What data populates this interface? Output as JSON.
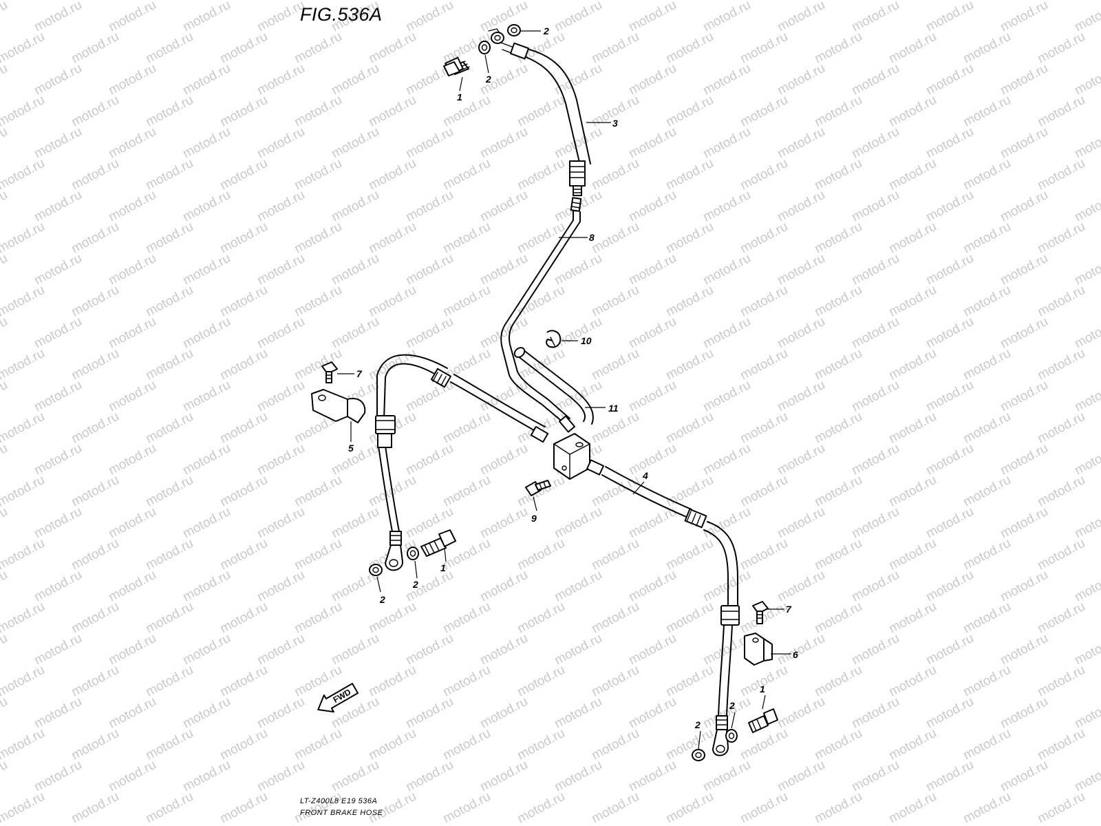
{
  "figure": {
    "title": "FIG.536A",
    "model_code": "LT-Z400L8  E19  536A",
    "caption": "FRONT BRAKE HOSE",
    "direction_label": "FWD"
  },
  "watermark": {
    "text": "motod.ru",
    "color": "#c9c9c9"
  },
  "parts": [
    {
      "ref": "1",
      "type": "union-bolt"
    },
    {
      "ref": "2",
      "type": "gasket"
    },
    {
      "ref": "3",
      "type": "upper-brake-hose"
    },
    {
      "ref": "4",
      "type": "front-brake-hose"
    },
    {
      "ref": "5",
      "type": "hose-clamp-left"
    },
    {
      "ref": "6",
      "type": "hose-clamp-right"
    },
    {
      "ref": "7",
      "type": "bolt"
    },
    {
      "ref": "8",
      "type": "brake-pipe"
    },
    {
      "ref": "9",
      "type": "bolt"
    },
    {
      "ref": "10",
      "type": "clamp"
    },
    {
      "ref": "11",
      "type": "protector"
    }
  ],
  "callouts": [
    {
      "label": "2",
      "part": "gasket"
    },
    {
      "label": "1",
      "part": "union-bolt"
    },
    {
      "label": "2",
      "part": "gasket"
    },
    {
      "label": "3",
      "part": "upper-brake-hose"
    },
    {
      "label": "8",
      "part": "brake-pipe"
    },
    {
      "label": "10",
      "part": "clamp"
    },
    {
      "label": "11",
      "part": "protector"
    },
    {
      "label": "7",
      "part": "bolt"
    },
    {
      "label": "5",
      "part": "hose-clamp-left"
    },
    {
      "label": "4",
      "part": "front-brake-hose"
    },
    {
      "label": "9",
      "part": "bolt"
    },
    {
      "label": "1",
      "part": "union-bolt"
    },
    {
      "label": "2",
      "part": "gasket"
    },
    {
      "label": "2",
      "part": "gasket"
    },
    {
      "label": "7",
      "part": "bolt"
    },
    {
      "label": "6",
      "part": "hose-clamp-right"
    },
    {
      "label": "1",
      "part": "union-bolt"
    },
    {
      "label": "2",
      "part": "gasket"
    },
    {
      "label": "2",
      "part": "gasket"
    }
  ]
}
